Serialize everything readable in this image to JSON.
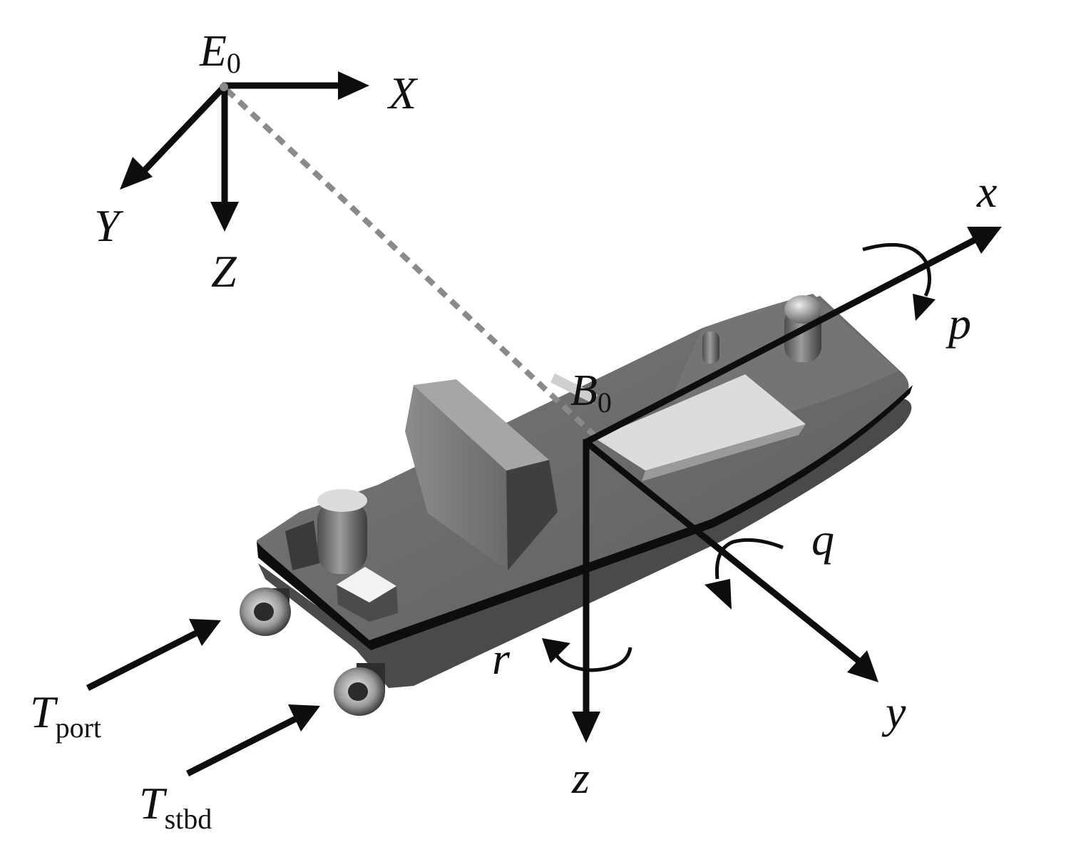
{
  "earth_frame": {
    "origin": {
      "main": "E",
      "sub": "0"
    },
    "axis_x": "X",
    "axis_y": "Y",
    "axis_z": "Z"
  },
  "body_frame": {
    "origin": {
      "main": "B",
      "sub": "0"
    },
    "axis_x": "x",
    "axis_y": "y",
    "axis_z": "z",
    "roll_rate": "p",
    "pitch_rate": "q",
    "yaw_rate": "r"
  },
  "thrusters": {
    "port": {
      "main": "T",
      "sub": "port"
    },
    "stbd": {
      "main": "T",
      "sub": "stbd"
    }
  },
  "colors": {
    "ink": "#0d0d0d",
    "hull_deck": "#6e6e6e",
    "hull_side": "#4a4a4a",
    "hull_highlight": "#d9d9d9",
    "position_vector": "#8a8a8a"
  }
}
